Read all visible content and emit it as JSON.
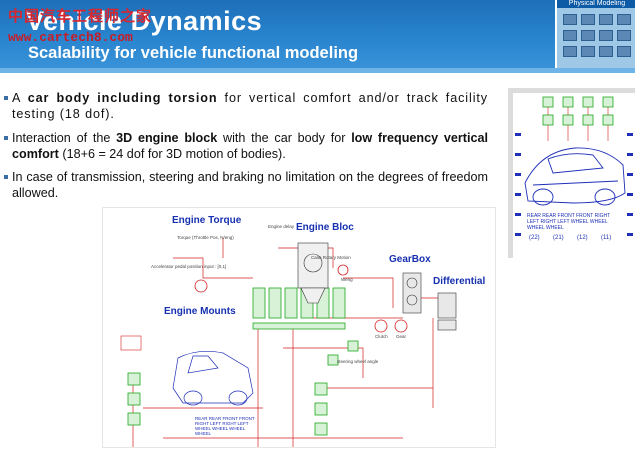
{
  "header": {
    "title": "Vehicle Dynamics",
    "subtitle": "Scalability for vehicle functional modeling",
    "watermark_cn": "中国汽车工程师之家",
    "watermark_url": "www.cartech8.com",
    "thumbnail_caption": "Physical Modeling"
  },
  "bullets": [
    {
      "pre": "A ",
      "bold1": "car body including torsion",
      "mid": " for vertical comfort and/or track facility testing (18 dof).",
      "bold2": "",
      "post": ""
    },
    {
      "pre": "Interaction of the ",
      "bold1": "3D engine block",
      "mid": " with the car body for ",
      "bold2": "low frequency vertical comfort",
      "post": " (18+6 = 24 dof for 3D motion of bodies)."
    },
    {
      "pre": "In case of transmission, steering and braking no limitation on the degrees of freedom allowed.",
      "bold1": "",
      "mid": "",
      "bold2": "",
      "post": ""
    }
  ],
  "diagram": {
    "labels": {
      "engine_torque": "Engine Torque",
      "engine_bloc": "Engine Bloc",
      "gearbox": "GearBox",
      "differential": "Differential",
      "engine_mounts": "Engine Mounts"
    },
    "small_labels": {
      "torque_map": "Torque (Throttle Pos, N/eng)",
      "accel_input": "Accelerator pedal position input : [0,1]",
      "case_rotation": "Case Rotary Motion",
      "w_eng": "Weng",
      "clutch": "Clutch",
      "gear": "Gear",
      "steering_angle": "steering wheel angle",
      "engine_delay": "Engine delay"
    },
    "wheel_codes": "REAR REAR FRONT FRONT RIGHT LEFT RIGHT LEFT WHEEL WHEEL WHEEL WHEEL"
  },
  "car_panel": {
    "wheel_codes": "REAR REAR FRONT FRONT RIGHT LEFT RIGHT LEFT WHEEL WHEEL WHEEL WHEEL",
    "codes": [
      "(22)",
      "(21)",
      "(12)",
      "(11)"
    ]
  },
  "colors": {
    "header_blue": "#1d6fb8",
    "watermark_red": "#d7262e",
    "diagram_label_blue": "#1630b0",
    "model_green": "#1ea81e",
    "link_red": "#d42020",
    "car_line_blue": "#1e2fb8"
  }
}
